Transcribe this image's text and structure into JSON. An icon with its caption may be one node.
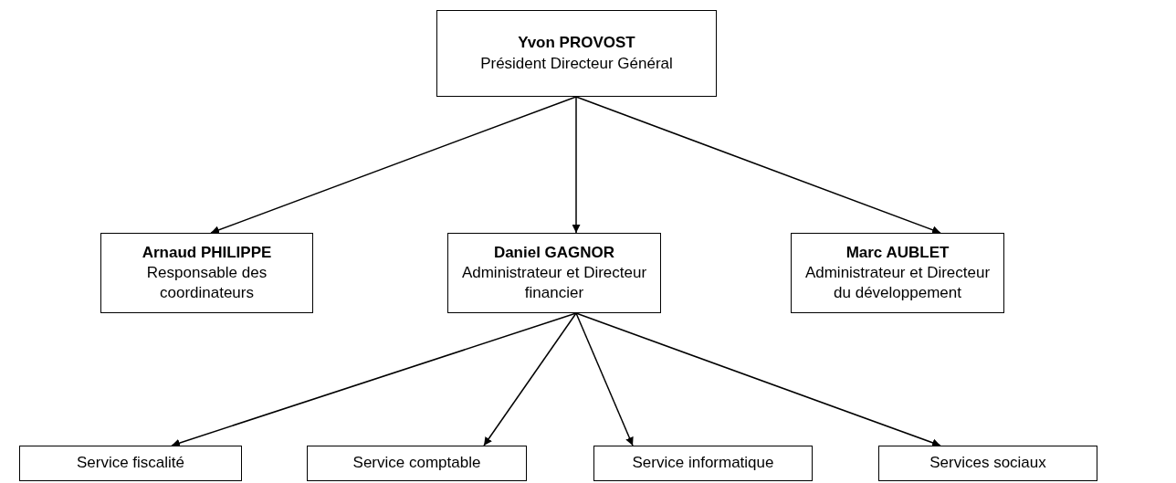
{
  "diagram": {
    "nodes": [
      {
        "text": [
          "Yvon PROVOST",
          "Président Directeur Général"
        ]
      },
      {
        "text": [
          "Arnaud PHILIPPE",
          "Responsable des coordinateurs"
        ]
      },
      {
        "text": [
          "Daniel GAGNOR",
          "Administrateur et Directeur financier"
        ]
      },
      {
        "text": [
          "Marc AUBLET",
          "Administrateur et Directeur du développement"
        ]
      },
      {
        "text": [
          "Service fiscalité"
        ]
      },
      {
        "text": [
          "Service comptable"
        ]
      },
      {
        "text": [
          "Service informatique"
        ]
      },
      {
        "text": [
          "Services sociaux"
        ]
      }
    ],
    "edges": [
      {
        "from": 0,
        "to": 1,
        "arrow": "to"
      },
      {
        "from": 0,
        "to": 2,
        "arrow": "to"
      },
      {
        "from": 0,
        "to": 3,
        "arrow": "to"
      },
      {
        "from": 2,
        "to": 4,
        "arrow": "to"
      },
      {
        "from": 2,
        "to": 5,
        "arrow": "to"
      },
      {
        "from": 2,
        "to": 6,
        "arrow": "to"
      },
      {
        "from": 2,
        "to": 7,
        "arrow": "to"
      }
    ]
  }
}
